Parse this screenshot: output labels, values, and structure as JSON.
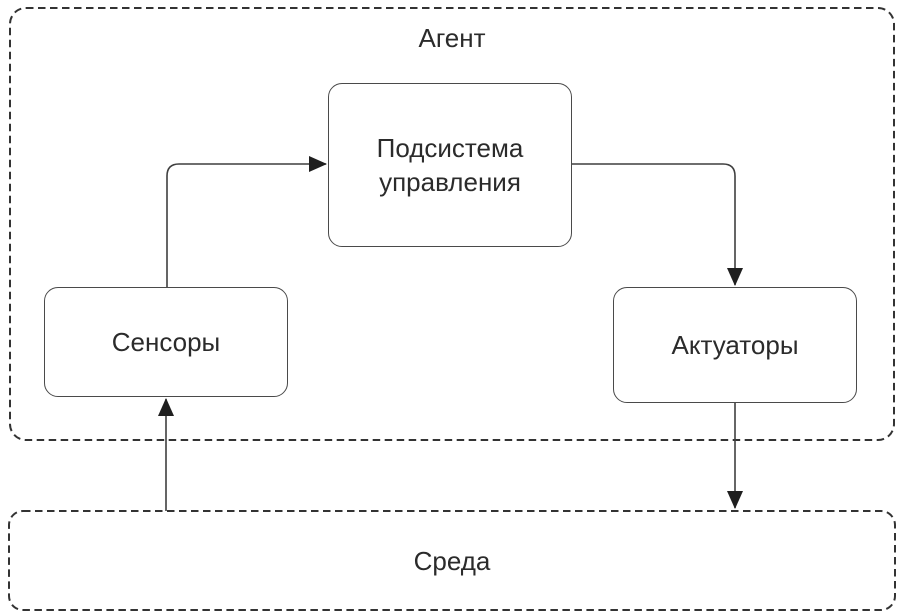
{
  "diagram": {
    "agent_container": {
      "label": "Агент"
    },
    "environment_container": {
      "label": "Среда"
    },
    "nodes": {
      "control": {
        "label": "Подсистема управления"
      },
      "sensors": {
        "label": "Сенсоры"
      },
      "actuators": {
        "label": "Актуаторы"
      }
    },
    "edges": [
      {
        "from": "Сенсоры",
        "to": "Подсистема управления"
      },
      {
        "from": "Подсистема управления",
        "to": "Актуаторы"
      },
      {
        "from": "Актуаторы",
        "to": "Среда"
      },
      {
        "from": "Среда",
        "to": "Сенсоры"
      }
    ],
    "colors": {
      "background": "#ffffff",
      "line": "#3f3f3f",
      "arrowhead": "#1f1f1f",
      "dashed_border": "#333333",
      "box_border": "#4a4a4a",
      "text": "#2b2b2b"
    }
  }
}
